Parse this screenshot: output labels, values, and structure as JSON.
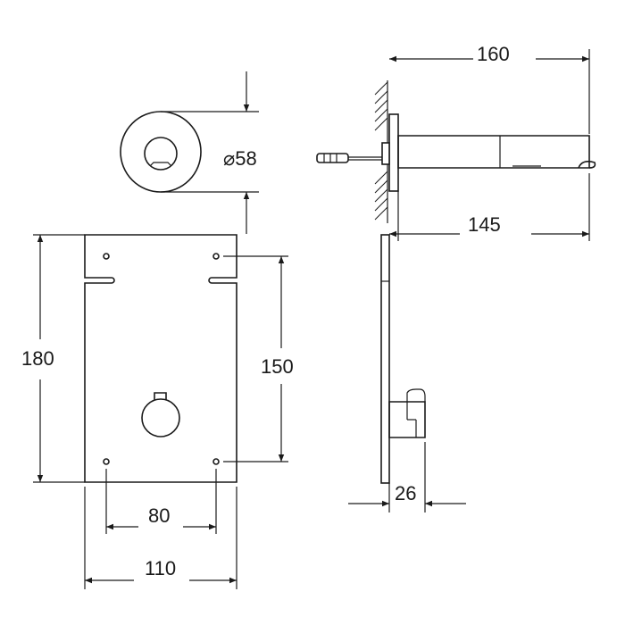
{
  "dimensions": {
    "top_width": "160",
    "spout_length": "145",
    "diameter": "⌀58",
    "plate_height": "180",
    "hole_spacing_vertical": "150",
    "hole_spacing_horizontal": "80",
    "plate_width": "110",
    "box_depth": "26"
  }
}
